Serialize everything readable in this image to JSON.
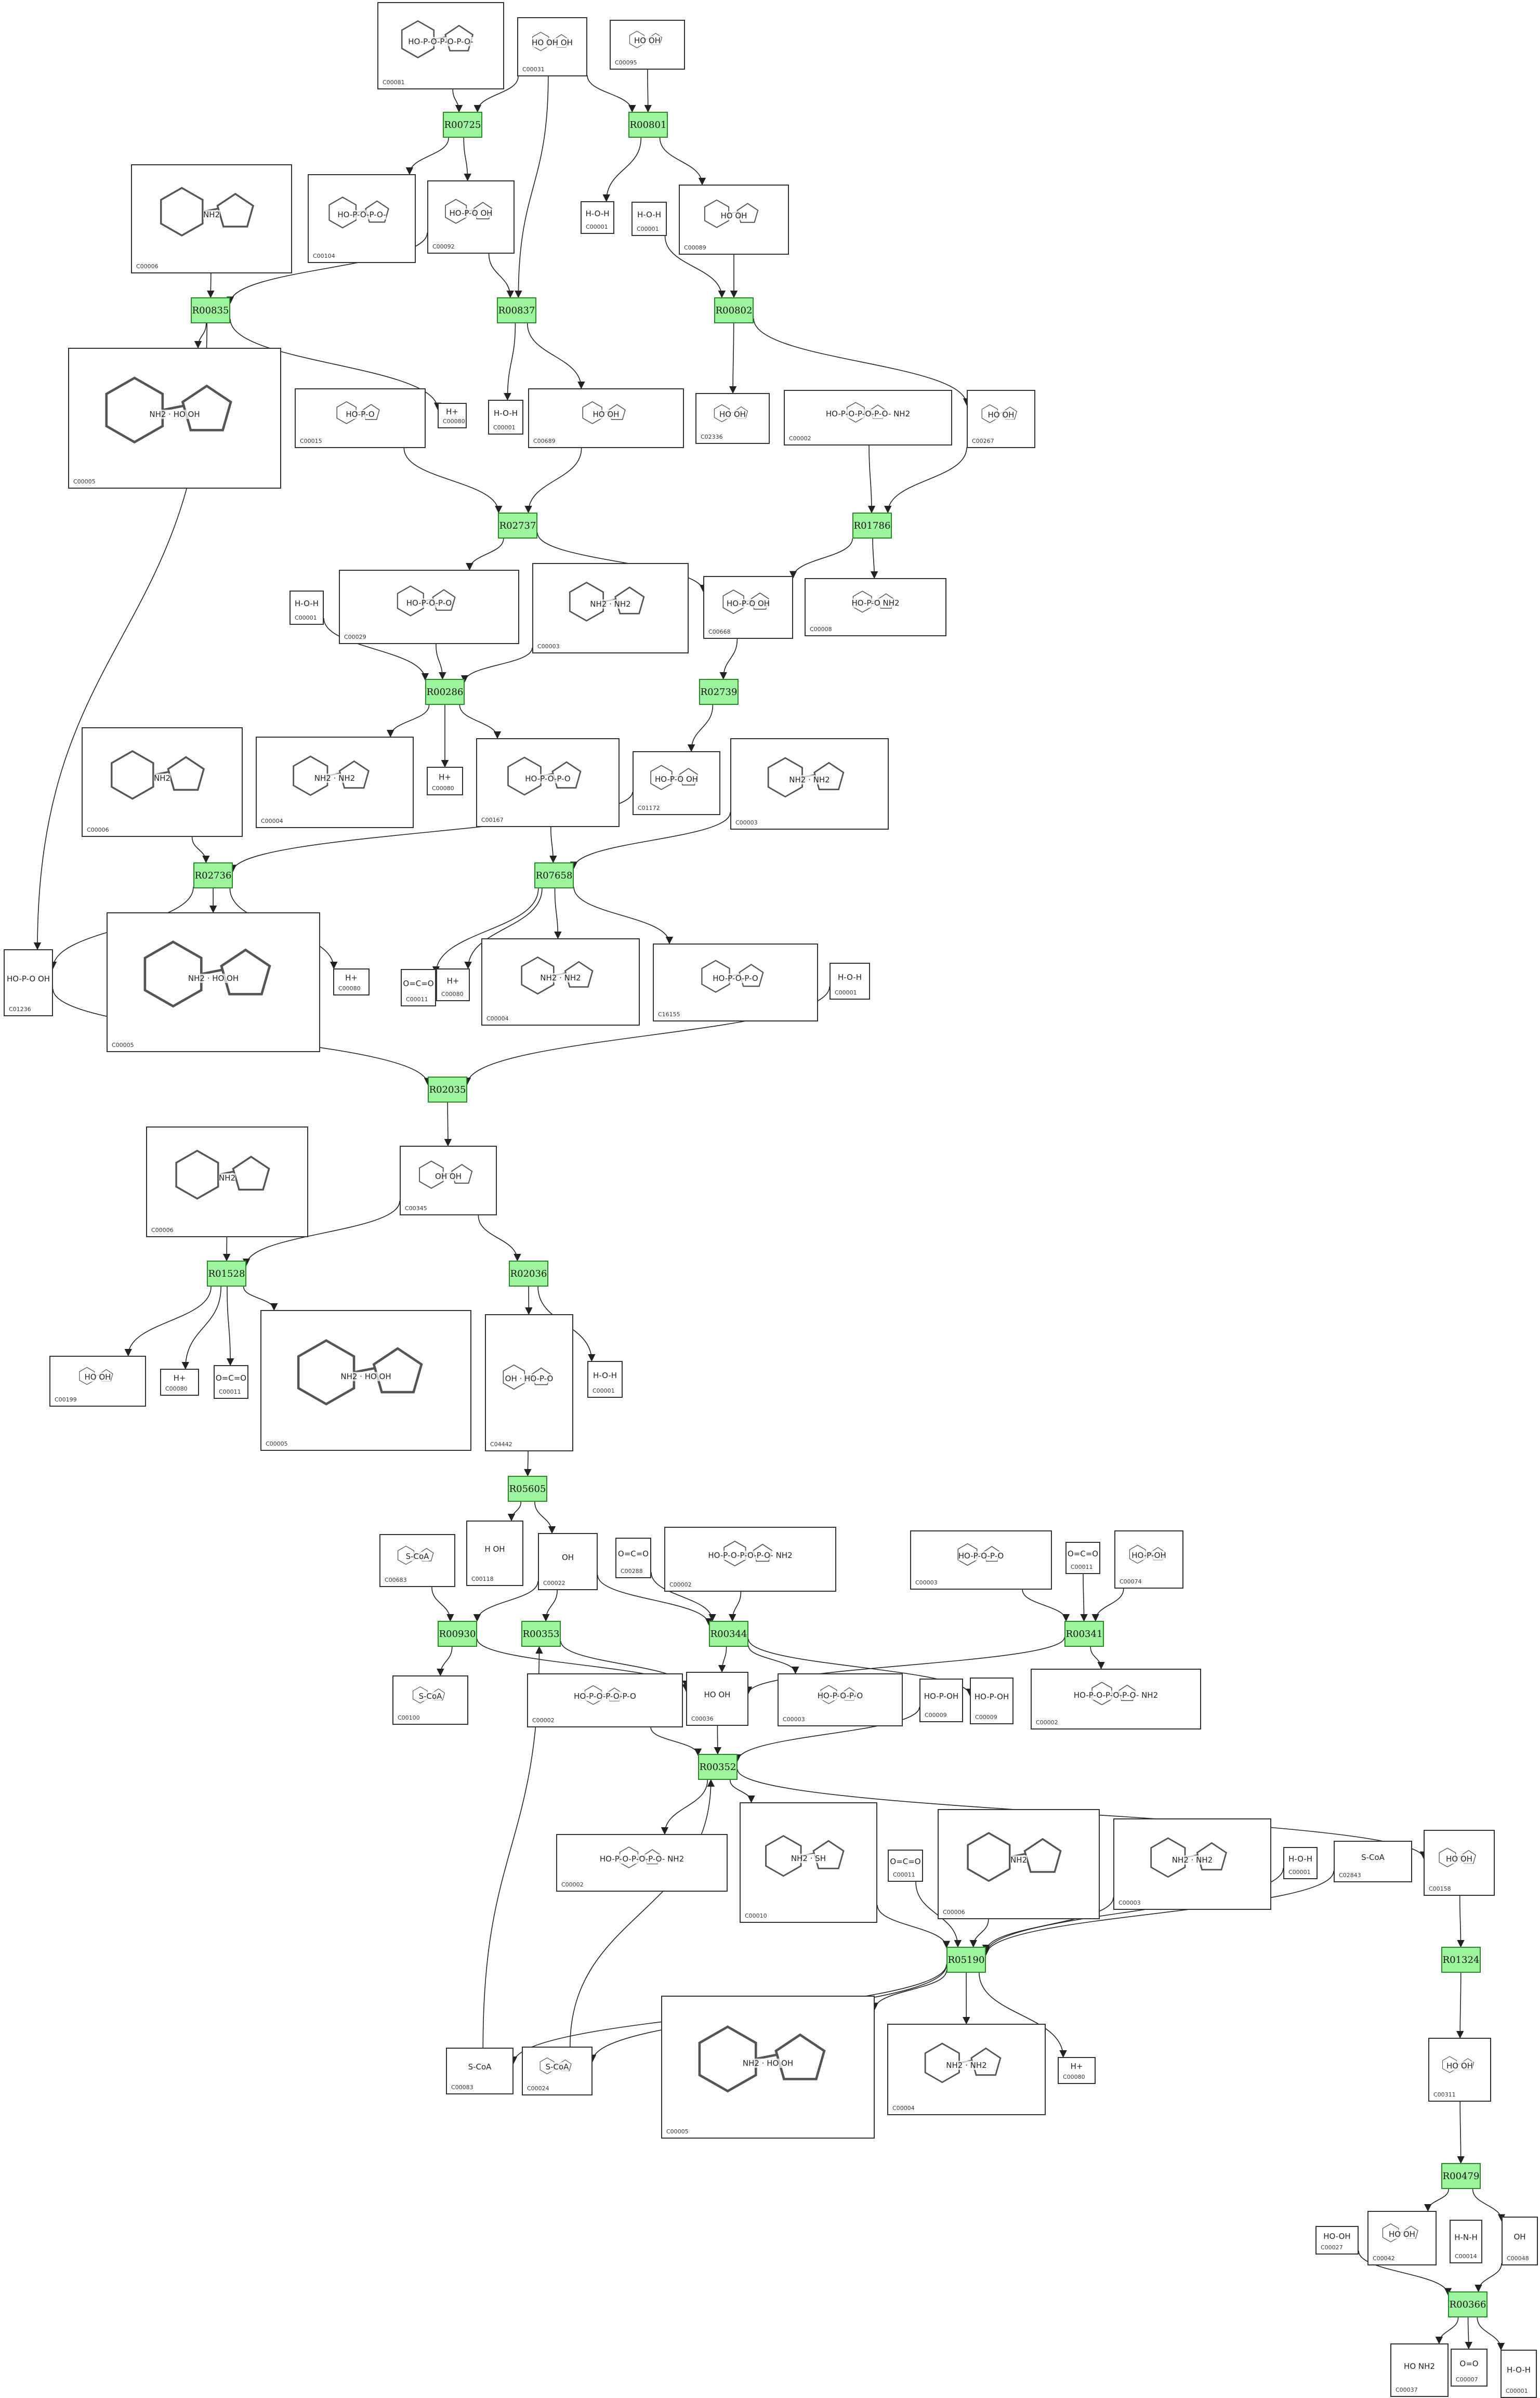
{
  "reactions": [
    {
      "id": "R00725"
    },
    {
      "id": "R00801"
    },
    {
      "id": "R00835"
    },
    {
      "id": "R00837"
    },
    {
      "id": "R00802"
    },
    {
      "id": "R02737"
    },
    {
      "id": "R01786"
    },
    {
      "id": "R00286"
    },
    {
      "id": "R02739"
    },
    {
      "id": "R02736"
    },
    {
      "id": "R07658"
    },
    {
      "id": "R02035"
    },
    {
      "id": "R01528"
    },
    {
      "id": "R02036"
    },
    {
      "id": "R05605"
    },
    {
      "id": "R00930"
    },
    {
      "id": "R00353"
    },
    {
      "id": "R00344"
    },
    {
      "id": "R00341"
    },
    {
      "id": "R00352"
    },
    {
      "id": "R05190"
    },
    {
      "id": "R01324"
    },
    {
      "id": "R00479"
    },
    {
      "id": "R00366"
    }
  ],
  "compounds": [
    {
      "key": "c_1",
      "id": "C00081",
      "struct": "HO-P-O-P-O-P-O-"
    },
    {
      "key": "c_2",
      "id": "C00031",
      "struct": "HO OH OH"
    },
    {
      "key": "c_3",
      "id": "C00095",
      "struct": "HO OH"
    },
    {
      "key": "c_4",
      "id": "C00104",
      "struct": "HO-P-O-P-O-"
    },
    {
      "key": "c_5",
      "id": "C00092",
      "struct": "HO-P-O OH"
    },
    {
      "key": "c_6",
      "id": "C00001",
      "struct": "H-O-H"
    },
    {
      "key": "c_7",
      "id": "C00089",
      "struct": "HO OH"
    },
    {
      "key": "c_8",
      "id": "C00006",
      "struct": "NH2"
    },
    {
      "key": "c_9",
      "id": "C00001",
      "struct": "H-O-H"
    },
    {
      "key": "c_10",
      "id": "C00005",
      "struct": "NH2 · HO OH"
    },
    {
      "key": "c_11",
      "id": "C00080",
      "struct": "H+"
    },
    {
      "key": "c_12",
      "id": "C00001",
      "struct": "H-O-H"
    },
    {
      "key": "c_13",
      "id": "C00689",
      "struct": "HO OH"
    },
    {
      "key": "c_14",
      "id": "C02336",
      "struct": "HO OH"
    },
    {
      "key": "c_15",
      "id": "C00002",
      "struct": "HO-P-O-P-O-P-O- NH2"
    },
    {
      "key": "c_16",
      "id": "C00267",
      "struct": "HO OH"
    },
    {
      "key": "c_17",
      "id": "C00015",
      "struct": "HO-P-O"
    },
    {
      "key": "c_18",
      "id": "C00001",
      "struct": "H-O-H"
    },
    {
      "key": "c_19",
      "id": "C00029",
      "struct": "HO-P-O-P-O"
    },
    {
      "key": "c_20",
      "id": "C00003",
      "struct": "NH2 · NH2"
    },
    {
      "key": "c_21",
      "id": "C00668",
      "struct": "HO-P-O OH"
    },
    {
      "key": "c_22",
      "id": "C00008",
      "struct": "HO-P-O NH2"
    },
    {
      "key": "c_23",
      "id": "C00006",
      "struct": "NH2"
    },
    {
      "key": "c_24",
      "id": "C00004",
      "struct": "NH2 · NH2"
    },
    {
      "key": "c_25",
      "id": "C00080",
      "struct": "H+"
    },
    {
      "key": "c_26",
      "id": "C00167",
      "struct": "HO-P-O-P-O"
    },
    {
      "key": "c_27",
      "id": "C01172",
      "struct": "HO-P-O OH"
    },
    {
      "key": "c_28",
      "id": "C00003",
      "struct": "NH2 · NH2"
    },
    {
      "key": "c_29",
      "id": "C01236",
      "struct": "HO-P-O OH"
    },
    {
      "key": "c_30",
      "id": "C00005",
      "struct": "NH2 · HO OH"
    },
    {
      "key": "c_31",
      "id": "C00080",
      "struct": "H+"
    },
    {
      "key": "c_32",
      "id": "C00011",
      "struct": "O=C=O"
    },
    {
      "key": "c_33",
      "id": "C00080",
      "struct": "H+"
    },
    {
      "key": "c_34",
      "id": "C00004",
      "struct": "NH2 · NH2"
    },
    {
      "key": "c_35",
      "id": "C16155",
      "struct": "HO-P-O-P-O"
    },
    {
      "key": "c_36",
      "id": "C00001",
      "struct": "H-O-H"
    },
    {
      "key": "c_37",
      "id": "C00006",
      "struct": "NH2"
    },
    {
      "key": "c_38",
      "id": "C00345",
      "struct": "OH OH"
    },
    {
      "key": "c_39",
      "id": "C00199",
      "struct": "HO OH"
    },
    {
      "key": "c_40",
      "id": "C00080",
      "struct": "H+"
    },
    {
      "key": "c_41",
      "id": "C00011",
      "struct": "O=C=O"
    },
    {
      "key": "c_42",
      "id": "C00005",
      "struct": "NH2 · HO OH"
    },
    {
      "key": "c_43",
      "id": "C04442",
      "struct": "OH · HO-P-O"
    },
    {
      "key": "c_44",
      "id": "C00001",
      "struct": "H-O-H"
    },
    {
      "key": "c_45",
      "id": "C00683",
      "struct": "S-CoA"
    },
    {
      "key": "c_46",
      "id": "C00118",
      "struct": "H OH"
    },
    {
      "key": "c_47",
      "id": "C00022",
      "struct": "OH"
    },
    {
      "key": "c_48",
      "id": "C00288",
      "struct": "O=C=O"
    },
    {
      "key": "c_49",
      "id": "C00002",
      "struct": "HO-P-O-P-O-P-O- NH2"
    },
    {
      "key": "c_50",
      "id": "C00003",
      "struct": "HO-P-O-P-O"
    },
    {
      "key": "c_51",
      "id": "C00011",
      "struct": "O=C=O"
    },
    {
      "key": "c_52",
      "id": "C00074",
      "struct": "HO-P-OH"
    },
    {
      "key": "c_53",
      "id": "C00100",
      "struct": "S-CoA"
    },
    {
      "key": "c_54",
      "id": "C00002",
      "struct": "HO-P-O-P-O-P-O"
    },
    {
      "key": "c_55",
      "id": "C00036",
      "struct": "HO OH"
    },
    {
      "key": "c_56",
      "id": "C00003",
      "struct": "HO-P-O-P-O"
    },
    {
      "key": "c_57",
      "id": "C00009",
      "struct": "HO-P-OH"
    },
    {
      "key": "c_58",
      "id": "C00009",
      "struct": "HO-P-OH"
    },
    {
      "key": "c_59",
      "id": "C00002",
      "struct": "HO-P-O-P-O-P-O- NH2"
    },
    {
      "key": "c_60",
      "id": "C00002",
      "struct": "HO-P-O-P-O-P-O- NH2"
    },
    {
      "key": "c_61",
      "id": "C00010",
      "struct": "NH2 · SH"
    },
    {
      "key": "c_62",
      "id": "C00011",
      "struct": "O=C=O"
    },
    {
      "key": "c_63",
      "id": "C00006",
      "struct": "NH2"
    },
    {
      "key": "c_64",
      "id": "C00003",
      "struct": "NH2 · NH2"
    },
    {
      "key": "c_65",
      "id": "C00001",
      "struct": "H-O-H"
    },
    {
      "key": "c_66",
      "id": "C02843",
      "struct": "S-CoA"
    },
    {
      "key": "c_67",
      "id": "C00158",
      "struct": "HO OH"
    },
    {
      "key": "c_68",
      "id": "C00083",
      "struct": "S-CoA"
    },
    {
      "key": "c_69",
      "id": "C00024",
      "struct": "S-CoA"
    },
    {
      "key": "c_70",
      "id": "C00005",
      "struct": "NH2 · HO OH"
    },
    {
      "key": "c_71",
      "id": "C00004",
      "struct": "NH2 · NH2"
    },
    {
      "key": "c_72",
      "id": "C00080",
      "struct": "H+"
    },
    {
      "key": "c_73",
      "id": "C00311",
      "struct": "HO OH"
    },
    {
      "key": "c_74",
      "id": "C00027",
      "struct": "HO-OH"
    },
    {
      "key": "c_75",
      "id": "C00042",
      "struct": "HO OH"
    },
    {
      "key": "c_76",
      "id": "C00014",
      "struct": "H-N-H"
    },
    {
      "key": "c_77",
      "id": "C00048",
      "struct": "OH"
    },
    {
      "key": "c_78",
      "id": "C00037",
      "struct": "HO NH2"
    },
    {
      "key": "c_79",
      "id": "C00007",
      "struct": "O=O"
    },
    {
      "key": "c_80",
      "id": "C00001",
      "struct": "H-O-H"
    }
  ]
}
